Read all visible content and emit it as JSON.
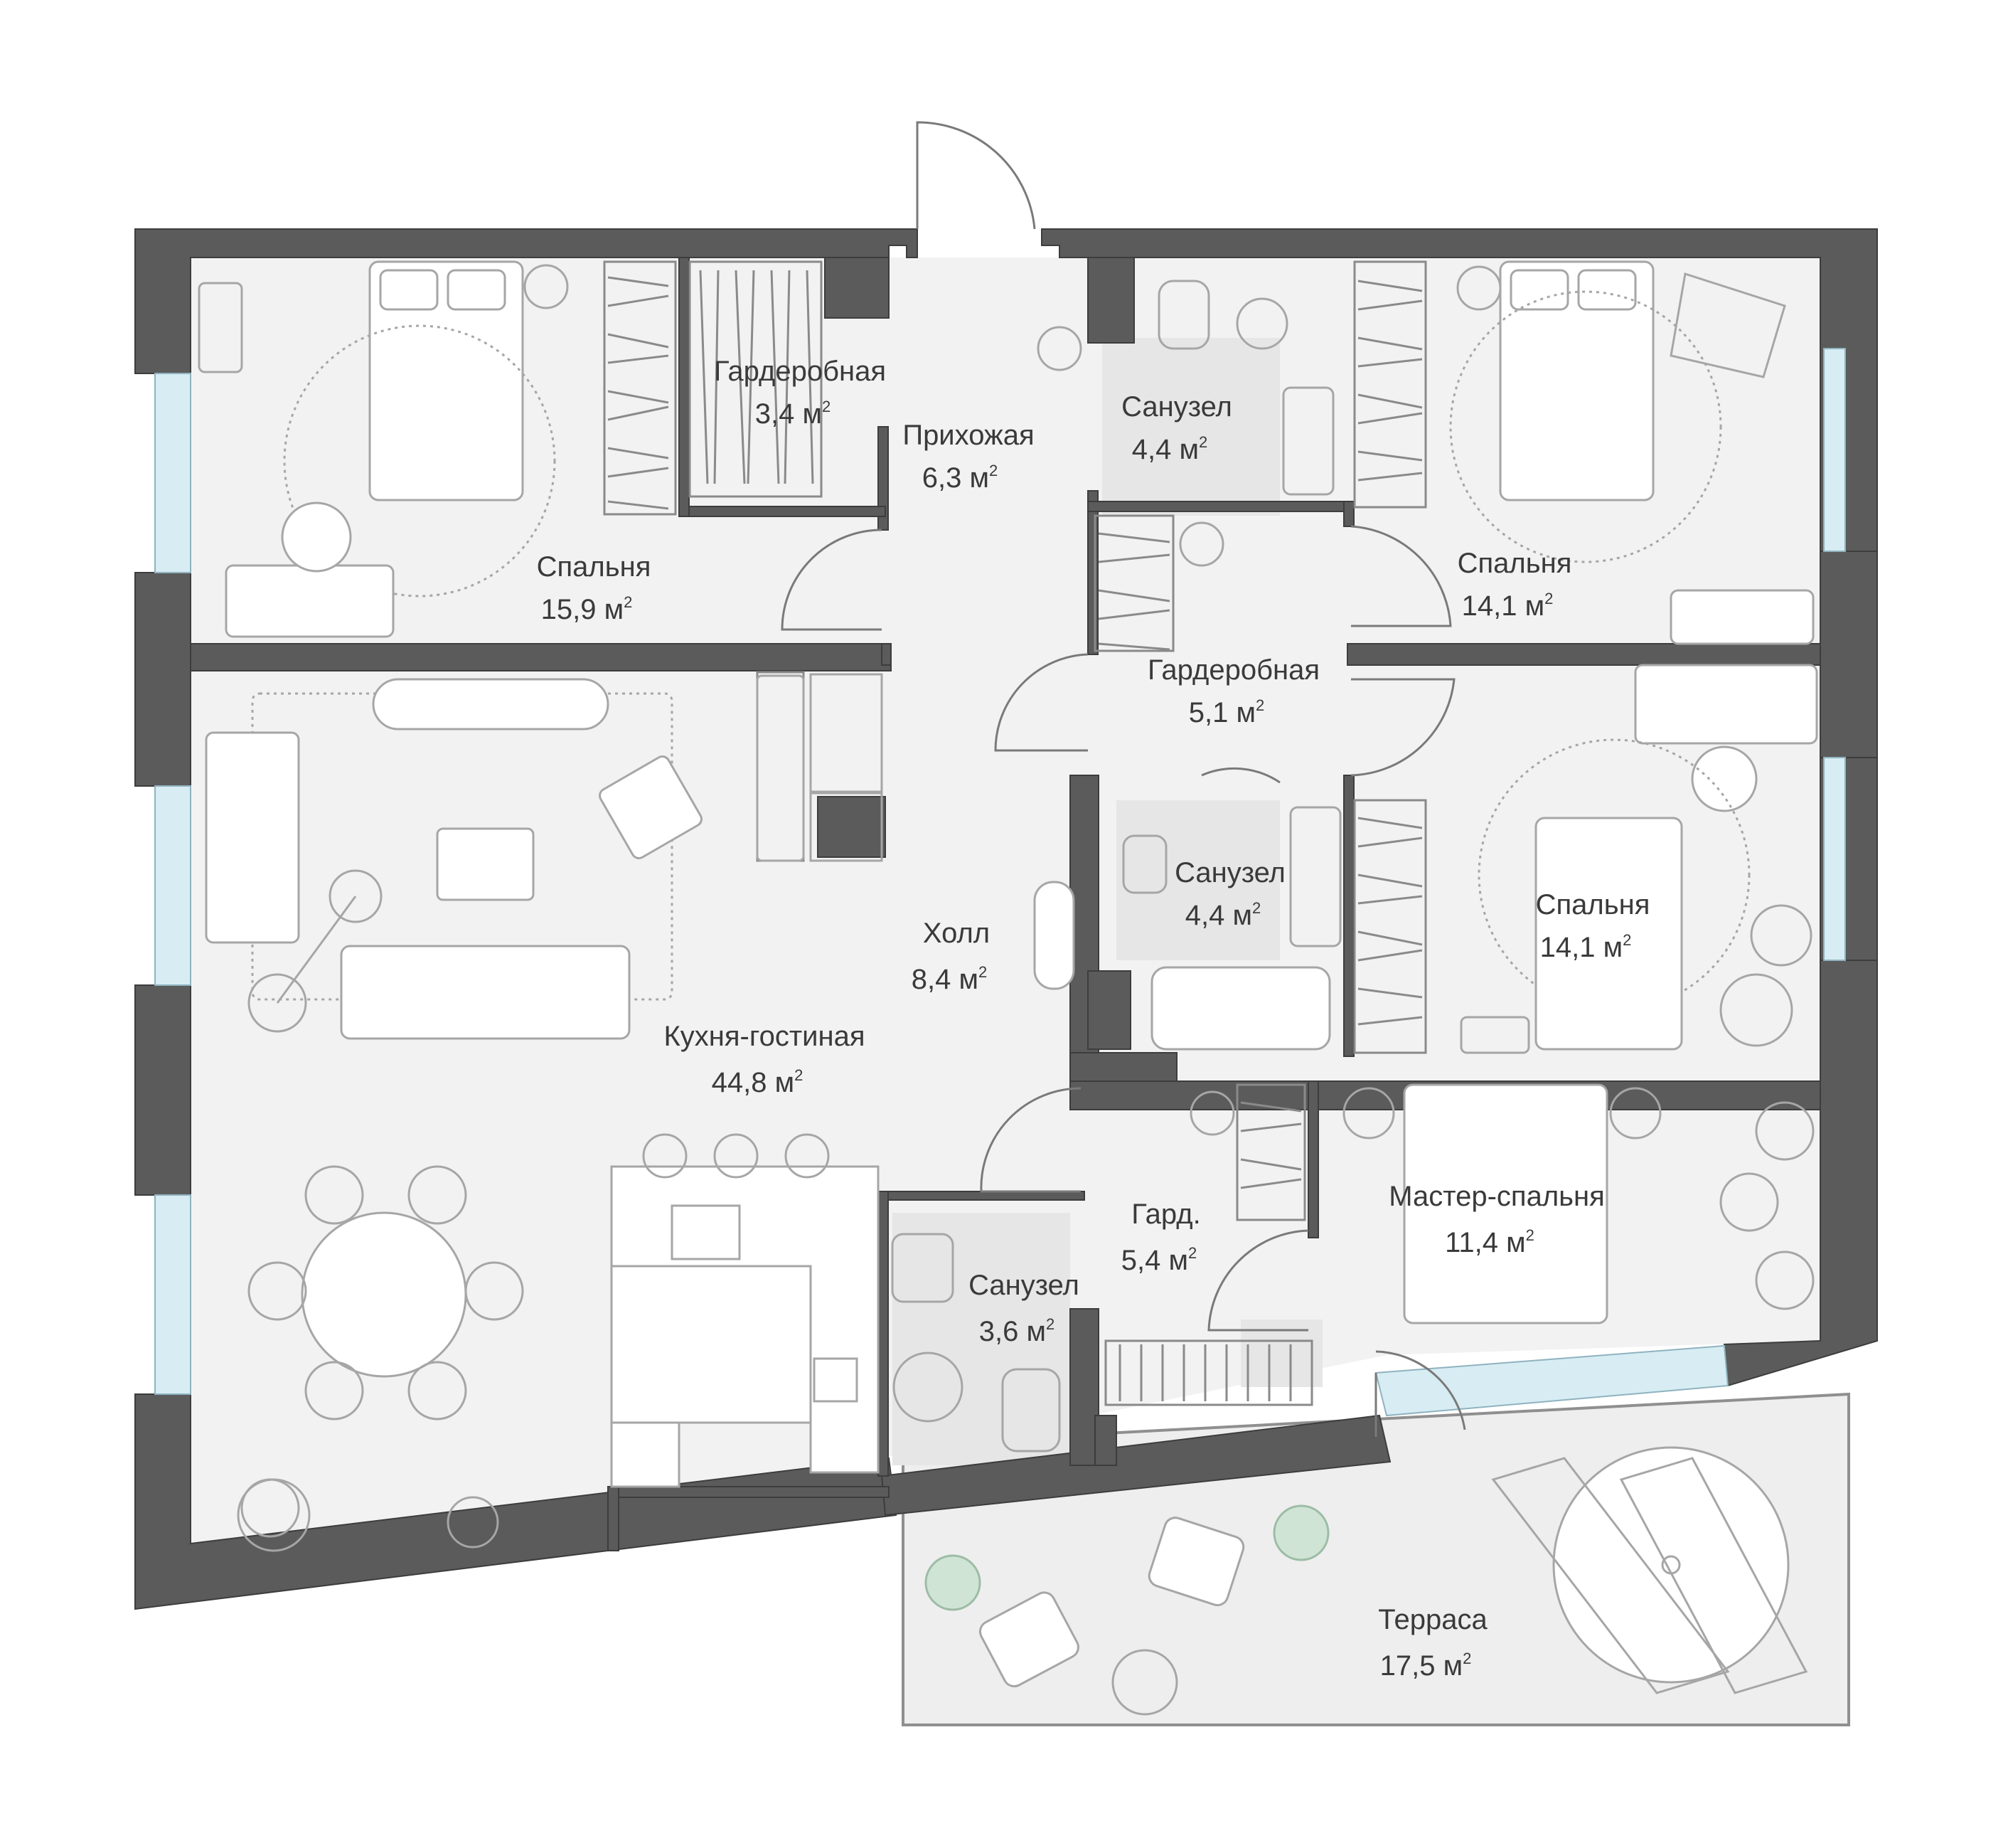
{
  "rooms": [
    {
      "key": "bed1",
      "name": "Спальня",
      "area": "15,9 м",
      "unit_sup": "2"
    },
    {
      "key": "ward1",
      "name": "Гардеробная",
      "area": "3,4 м",
      "unit_sup": "2"
    },
    {
      "key": "hall_in",
      "name": "Прихожая",
      "area": "6,3 м",
      "unit_sup": "2"
    },
    {
      "key": "bath1",
      "name": "Санузел",
      "area": "4,4 м",
      "unit_sup": "2"
    },
    {
      "key": "bed2",
      "name": "Спальня",
      "area": "14,1 м",
      "unit_sup": "2"
    },
    {
      "key": "ward2",
      "name": "Гардеробная",
      "area": "5,1 м",
      "unit_sup": "2"
    },
    {
      "key": "bath2",
      "name": "Санузел",
      "area": "4,4 м",
      "unit_sup": "2"
    },
    {
      "key": "bed3",
      "name": "Спальня",
      "area": "14,1 м",
      "unit_sup": "2"
    },
    {
      "key": "hall",
      "name": "Холл",
      "area": "8,4 м",
      "unit_sup": "2"
    },
    {
      "key": "living",
      "name": "Кухня-гостиная",
      "area": "44,8 м",
      "unit_sup": "2"
    },
    {
      "key": "gard",
      "name": "Гард.",
      "area": "5,4 м",
      "unit_sup": "2"
    },
    {
      "key": "master",
      "name": "Мастер-спальня",
      "area": "11,4 м",
      "unit_sup": "2"
    },
    {
      "key": "bath3",
      "name": "Санузел",
      "area": "3,6 м",
      "unit_sup": "2"
    },
    {
      "key": "terrace",
      "name": "Терраса",
      "area": "17,5 м",
      "unit_sup": "2"
    }
  ],
  "colors": {
    "wall": "#5b5b5b",
    "floor": "#f2f2f2",
    "window": "#d7ecf3",
    "furniture_stroke": "#a6a6a6",
    "text": "#3a3a3a"
  }
}
